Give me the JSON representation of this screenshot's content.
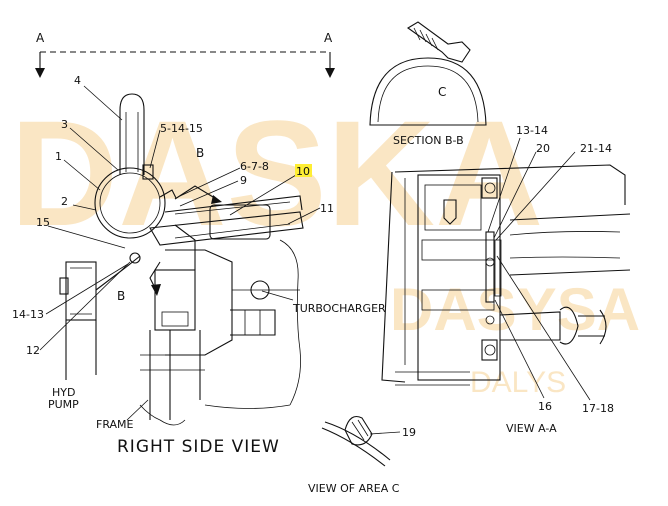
{
  "watermark": {
    "text_1": "DASKA",
    "text_2": "DASYSA",
    "text_3": "DALYS",
    "color": "#f0b24a"
  },
  "highlight_color": "#ffee33",
  "views": {
    "right_side_view": "RIGHT SIDE VIEW",
    "view_a_a": "VIEW A-A",
    "section_b_b": "SECTION B-B",
    "view_of_area_c": "VIEW OF AREA C"
  },
  "section_markers": {
    "a_left": "A",
    "a_right": "A",
    "b_top": "B",
    "b_bottom": "B",
    "c": "C"
  },
  "labels": {
    "hyd_pump_1": "HYD",
    "hyd_pump_2": "PUMP",
    "frame": "FRAME",
    "turbocharger": "TURBOCHARGER"
  },
  "callouts": {
    "c1": "1",
    "c2": "2",
    "c3": "3",
    "c4": "4",
    "c5_14_15": "5-14-15",
    "c6_7_8": "6-7-8",
    "c9": "9",
    "c10": "10",
    "c11": "11",
    "c12": "12",
    "c14_13": "14-13",
    "c15": "15",
    "c13_14": "13-14",
    "c20": "20",
    "c21_14": "21-14",
    "c16": "16",
    "c17_18": "17-18",
    "c19": "19"
  }
}
